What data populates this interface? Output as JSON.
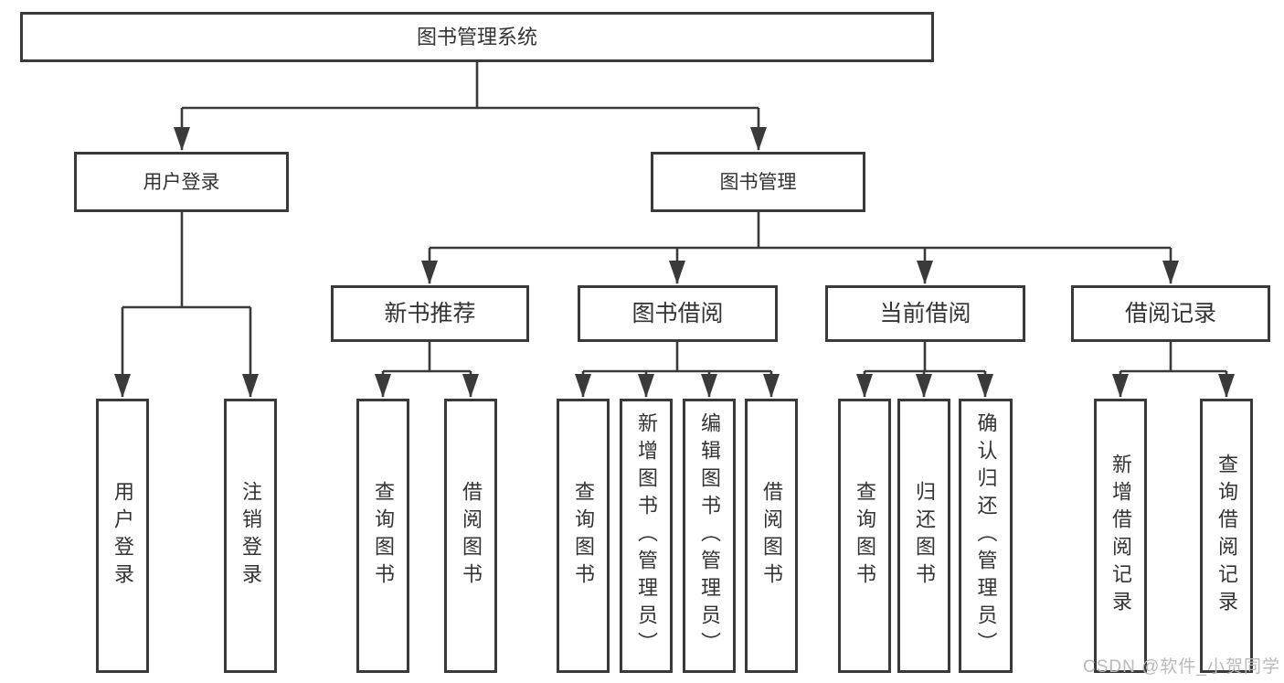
{
  "diagram": {
    "root": {
      "label": "图书管理系统"
    },
    "level2": [
      {
        "label": "用户登录"
      },
      {
        "label": "图书管理"
      }
    ],
    "level3": [
      {
        "label": "新书推荐"
      },
      {
        "label": "图书借阅"
      },
      {
        "label": "当前借阅"
      },
      {
        "label": "借阅记录"
      }
    ],
    "leaves": {
      "user_login": [
        "用户登录",
        "注销登录"
      ],
      "new_books": [
        "查询图书",
        "借阅图书"
      ],
      "book_borrow": [
        "查询图书",
        "新增图书（管理员）",
        "编辑图书（管理员）",
        "借阅图书"
      ],
      "current_borrow": [
        "查询图书",
        "归还图书",
        "确认归还（管理员）"
      ],
      "borrow_records": [
        "新增借阅记录",
        "查询借阅记录"
      ]
    }
  },
  "watermark": {
    "text": "CSDN @软件_小贺同学"
  },
  "colors": {
    "line": "#3a3a3a",
    "box_border": "#3a3a3a",
    "text": "#333333",
    "background": "#ffffff",
    "watermark": "#b9b9b9"
  }
}
